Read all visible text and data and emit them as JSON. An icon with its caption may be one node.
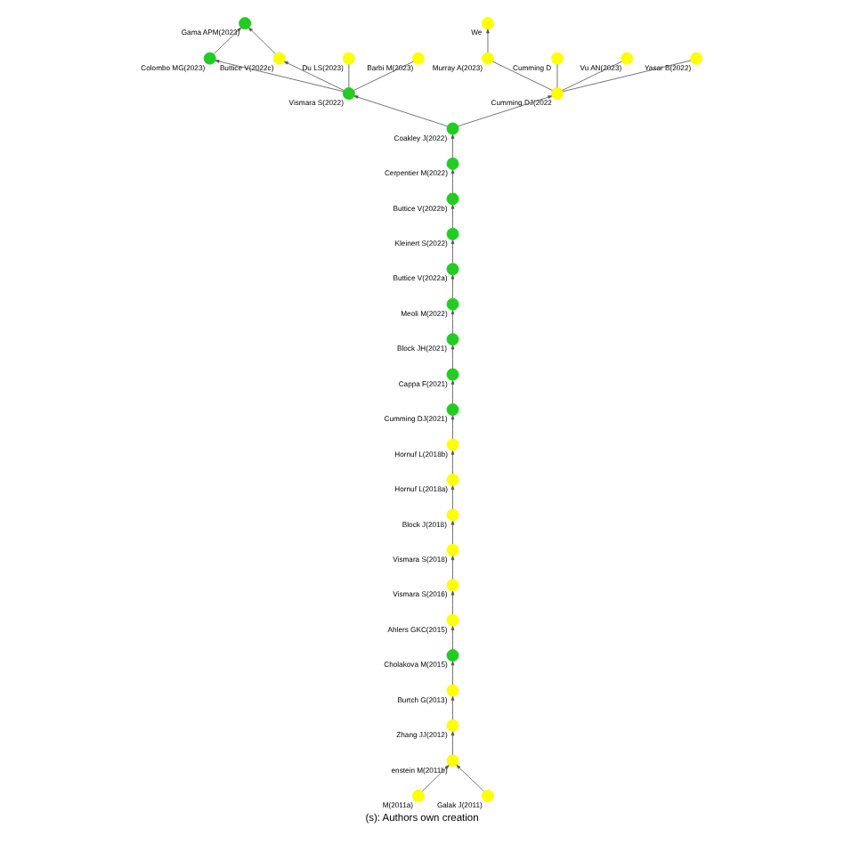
{
  "diagram": {
    "caption": "(s): Authors own creation",
    "nodes": [
      {
        "text": [
          "Gama APM(2023)"
        ]
      },
      {
        "text": [
          "Colombo MG(2023)"
        ]
      },
      {
        "text": [
          "Buttice V(2022c)"
        ]
      },
      {
        "text": [
          "Du LS(2023)"
        ]
      },
      {
        "text": [
          "Barbi M(2023)"
        ]
      },
      {
        "text": [
          "Vismara S(2022)"
        ]
      },
      {
        "text": [
          "Coakley J(2022)"
        ]
      },
      {
        "text": [
          "Murray A(2023)"
        ]
      },
      {
        "text": [
          "We"
        ]
      },
      {
        "text": [
          "Cerpentier M(2022)"
        ]
      },
      {
        "text": [
          "Cumming DJ(2022"
        ]
      },
      {
        "text": [
          "Cumming D"
        ]
      },
      {
        "text": [
          "Buttice V(2022b)"
        ]
      },
      {
        "text": [
          "Vu AN(2023)"
        ]
      },
      {
        "text": [
          "Yasar B(2022)"
        ]
      },
      {
        "text": [
          "Kleinert S(2022)"
        ]
      },
      {
        "text": [
          "Buttice V(2022a)"
        ]
      },
      {
        "text": [
          "Meoli M(2022)"
        ]
      },
      {
        "text": [
          "Block JH(2021)"
        ]
      },
      {
        "text": [
          "Cappa F(2021)"
        ]
      },
      {
        "text": [
          "Cumming DJ(2021)"
        ]
      },
      {
        "text": [
          "Hornuf L(2018b)"
        ]
      },
      {
        "text": [
          "Hornuf L(2018a)"
        ]
      },
      {
        "text": [
          "Block J(2018)"
        ]
      },
      {
        "text": [
          "Vismara S(2018)"
        ]
      },
      {
        "text": [
          "Vismara S(2016)"
        ]
      },
      {
        "text": [
          "Ahlers GKC(2015)"
        ]
      },
      {
        "text": [
          "Cholakova M(2015)"
        ]
      },
      {
        "text": [
          "Burtch G(2013)"
        ]
      },
      {
        "text": [
          "Zhang JJ(2012)"
        ]
      },
      {
        "text": [
          "enstein M(2011b)"
        ]
      },
      {
        "text": [
          "M(2011a)"
        ]
      },
      {
        "text": [
          "Galak J(2011)"
        ]
      }
    ],
    "edges": [
      {
        "from": 31,
        "to": 30,
        "arrow": "to"
      },
      {
        "from": 32,
        "to": 30,
        "arrow": "to"
      },
      {
        "from": 30,
        "to": 29,
        "arrow": "to"
      },
      {
        "from": 29,
        "to": 28,
        "arrow": "to"
      },
      {
        "from": 28,
        "to": 27,
        "arrow": "to"
      },
      {
        "from": 27,
        "to": 26,
        "arrow": "to"
      },
      {
        "from": 26,
        "to": 25,
        "arrow": "to"
      },
      {
        "from": 25,
        "to": 24,
        "arrow": "to"
      },
      {
        "from": 24,
        "to": 23,
        "arrow": "to"
      },
      {
        "from": 23,
        "to": 22,
        "arrow": "to"
      },
      {
        "from": 22,
        "to": 21,
        "arrow": "to"
      },
      {
        "from": 21,
        "to": 20,
        "arrow": "to"
      },
      {
        "from": 20,
        "to": 19,
        "arrow": "to"
      },
      {
        "from": 19,
        "to": 18,
        "arrow": "to"
      },
      {
        "from": 18,
        "to": 17,
        "arrow": "to"
      },
      {
        "from": 17,
        "to": 16,
        "arrow": "to"
      },
      {
        "from": 16,
        "to": 15,
        "arrow": "to"
      },
      {
        "from": 15,
        "to": 12,
        "arrow": "to"
      },
      {
        "from": 12,
        "to": 9,
        "arrow": "to"
      },
      {
        "from": 9,
        "to": 6,
        "arrow": "to"
      },
      {
        "from": 6,
        "to": 5,
        "arrow": "to"
      },
      {
        "from": 6,
        "to": 10,
        "arrow": "to"
      },
      {
        "from": 5,
        "to": 3,
        "arrow": "none"
      },
      {
        "from": 5,
        "to": 4,
        "arrow": "none"
      },
      {
        "from": 5,
        "to": 1,
        "arrow": "to"
      },
      {
        "from": 5,
        "to": 2,
        "arrow": "to"
      },
      {
        "from": 1,
        "to": 0,
        "arrow": "to"
      },
      {
        "from": 2,
        "to": 0,
        "arrow": "to"
      },
      {
        "from": 10,
        "to": 7,
        "arrow": "none"
      },
      {
        "from": 7,
        "to": 8,
        "arrow": "to"
      },
      {
        "from": 10,
        "to": 11,
        "arrow": "none"
      },
      {
        "from": 10,
        "to": 13,
        "arrow": "none"
      },
      {
        "from": 10,
        "to": 14,
        "arrow": "none"
      }
    ]
  }
}
